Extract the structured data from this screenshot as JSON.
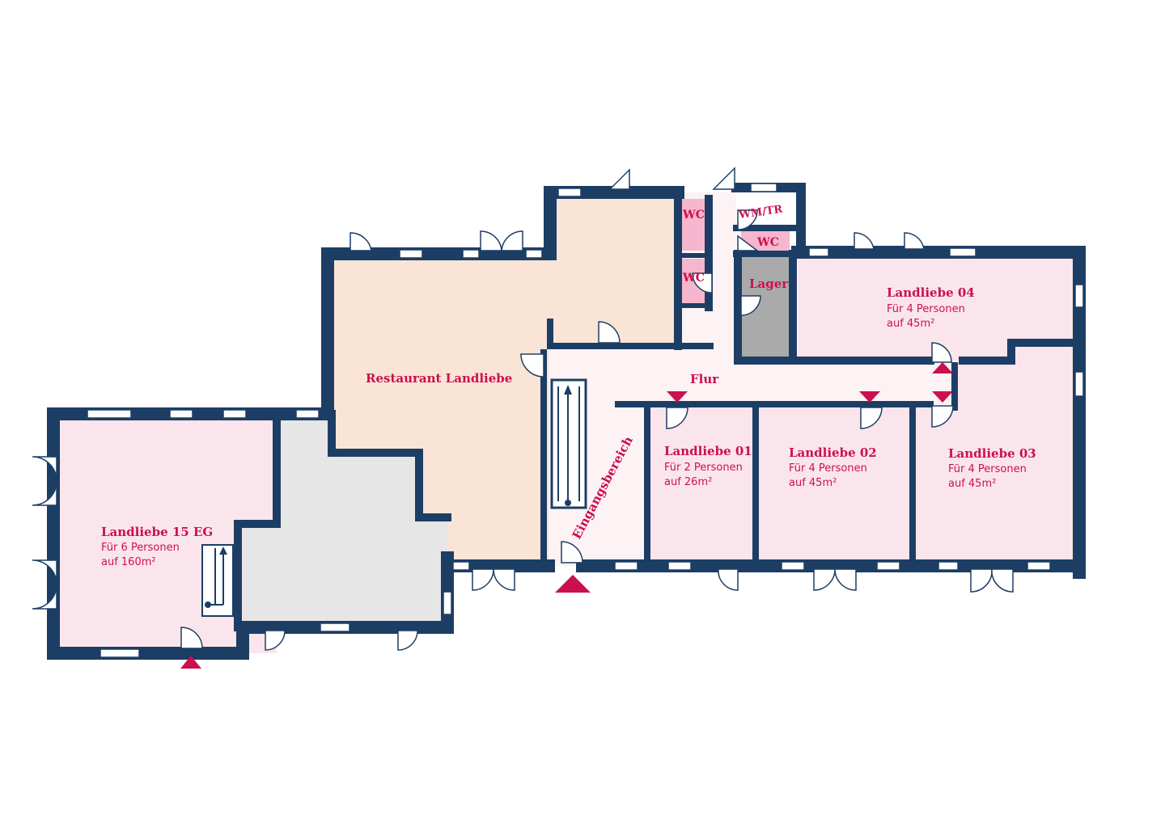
{
  "colors": {
    "wall": "#1d3e64",
    "accent": "#cc0f4f",
    "room_pink": "#fbe5ec",
    "restaurant": "#fae4d6",
    "corridor": "#fdf2f4",
    "wc": "#f6b6cd",
    "lager": "#aaaaaa",
    "grey_room": "#e6e6e6"
  },
  "rooms": {
    "landliebe_15": {
      "title": "Landliebe 15 EG",
      "persons": "Für 6 Personen",
      "area": "auf 160m²"
    },
    "restaurant": {
      "title": "Restaurant Landliebe"
    },
    "landliebe_01": {
      "title": "Landliebe 01",
      "persons": "Für 2 Personen",
      "area": "auf 26m²"
    },
    "landliebe_02": {
      "title": "Landliebe 02",
      "persons": "Für 4 Personen",
      "area": "auf 45m²"
    },
    "landliebe_03": {
      "title": "Landliebe 03",
      "persons": "Für 4 Personen",
      "area": "auf 45m²"
    },
    "landliebe_04": {
      "title": "Landliebe 04",
      "persons": "Für 4 Personen",
      "area": "auf 45m²"
    }
  },
  "labels": {
    "flur": "Flur",
    "eingang": "Eingangsbereich",
    "wc": "WC",
    "wmtr": "WM/TR",
    "lager": "Lager"
  }
}
